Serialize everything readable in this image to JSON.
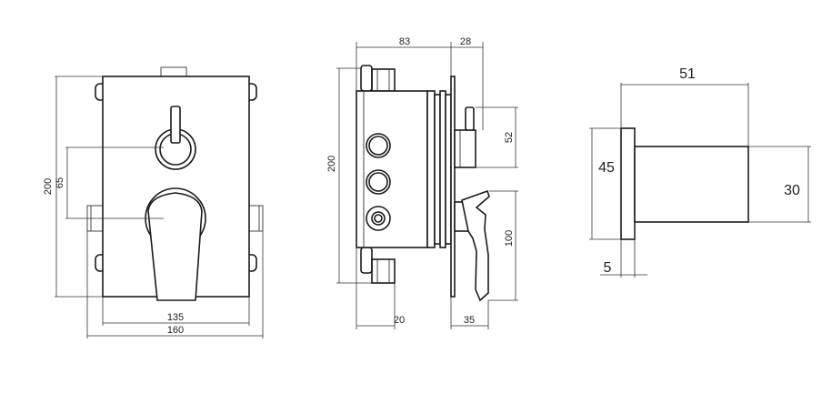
{
  "diagram": {
    "front_view": {
      "dim_total_height": "200",
      "dim_handle_offset": "65",
      "dim_plate_width": "135",
      "dim_total_width": "160"
    },
    "side_view": {
      "dim_body_depth": "83",
      "dim_plate_depth": "28",
      "dim_total_height": "200",
      "dim_knob_height": "52",
      "dim_lever_height": "100",
      "dim_bottom_offset": "20",
      "dim_lever_depth": "35"
    },
    "knob_detail": {
      "dim_length": "51",
      "dim_flange_height": "45",
      "dim_body_height": "30",
      "dim_flange_thickness": "5"
    }
  }
}
